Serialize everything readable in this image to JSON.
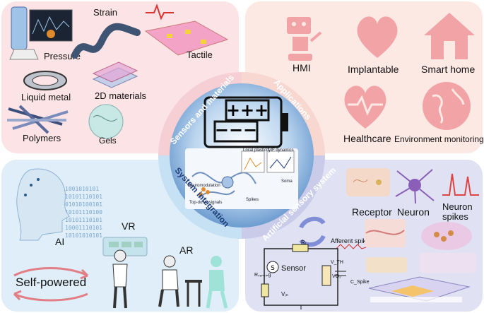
{
  "sensors": {
    "title": "Sensors and materials",
    "items": {
      "pressure": "Pressure",
      "strain": "Strain",
      "tactile": "Tactile",
      "liquid_metal": "Liquid metal",
      "materials_2d": "2D materials",
      "polymers": "Polymers",
      "gels": "Gels"
    }
  },
  "applications": {
    "title": "Applications",
    "items": {
      "hmi": "HMI",
      "implantable": "Implantable",
      "smart_home": "Smart home",
      "healthcare": "Healthcare",
      "environment": "Environment monitoring"
    }
  },
  "integration": {
    "title": "System integration",
    "items": {
      "ai": "AI",
      "vr": "VR",
      "ar": "AR",
      "self_powered": "Self-powered"
    },
    "code_lines": [
      "1001010101",
      "10101110101",
      "01010100101",
      "10101110100",
      "10101110101",
      "10001110101",
      "10101010101"
    ]
  },
  "artificial": {
    "title": "Artificial sensory system",
    "items": {
      "receptor": "Receptor",
      "neuron": "Neuron",
      "neuron_spikes": "Neuron spikes",
      "afferent": "Afferent spikes",
      "sensor": "Sensor",
      "r_l": "Rₗ",
      "r_sensing": "Rₛₑₙₛᵢₙg",
      "v_th": "V_TH",
      "vo2": "VO₂",
      "c_spike": "C_Spike",
      "v_in": "Vᵢₙ"
    }
  },
  "center": {
    "labels": {
      "local_plasticity": "Local plasticity",
      "lif": "LIF dynamics",
      "neuromodulation": "Neuromodulation",
      "topdown": "Top-down signals",
      "spikes": "Spikes",
      "soma": "Soma"
    }
  },
  "colors": {
    "pink_bg": "#fbe3e6",
    "peach_bg": "#fde9e4",
    "blue_bg": "#dfeef8",
    "lavender_bg": "#e0e2f4",
    "icon_pink": "#f2a3a6",
    "center_blue": "#5b8fc9"
  }
}
